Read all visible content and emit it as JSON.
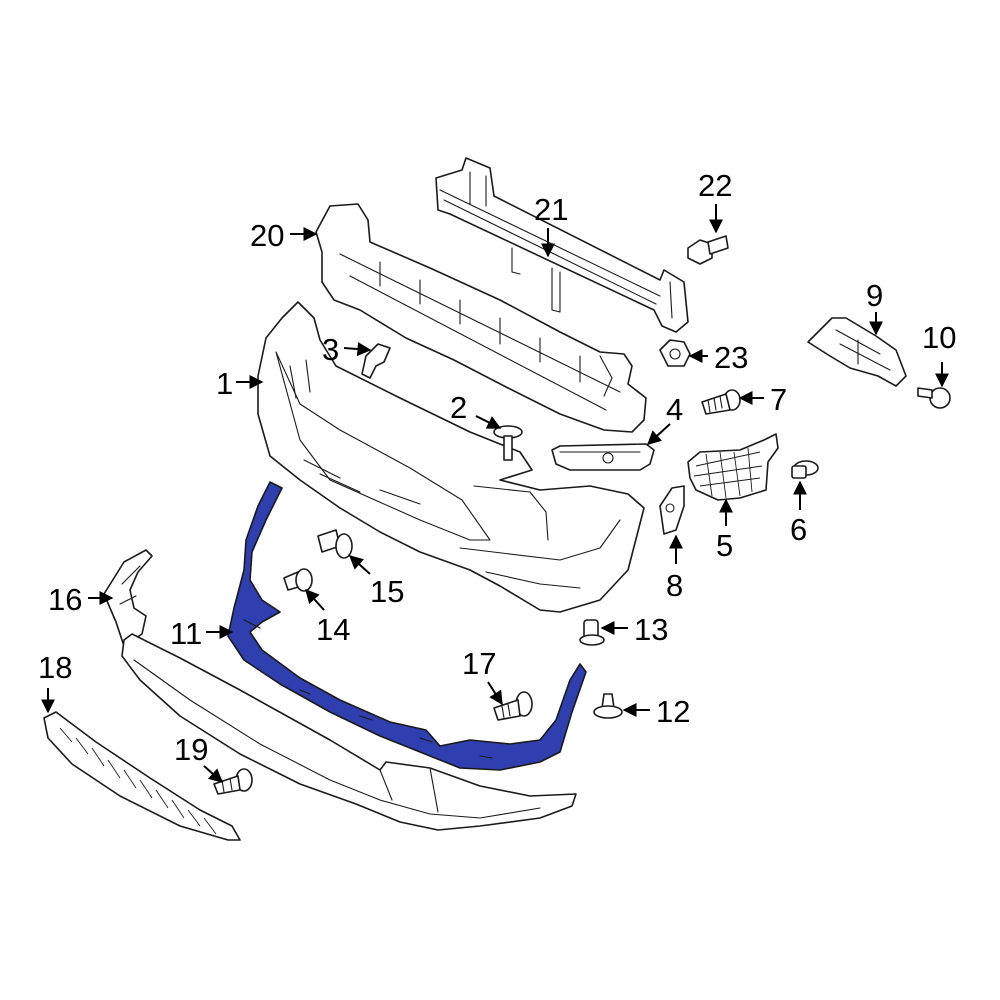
{
  "highlight_color": "#2f3fb0",
  "callouts": [
    {
      "id": "p1",
      "text": "1"
    },
    {
      "id": "p2",
      "text": "2"
    },
    {
      "id": "p3",
      "text": "3"
    },
    {
      "id": "p4",
      "text": "4"
    },
    {
      "id": "p5",
      "text": "5"
    },
    {
      "id": "p6",
      "text": "6"
    },
    {
      "id": "p7",
      "text": "7"
    },
    {
      "id": "p8",
      "text": "8"
    },
    {
      "id": "p9",
      "text": "9"
    },
    {
      "id": "p10",
      "text": "10"
    },
    {
      "id": "p11",
      "text": "11"
    },
    {
      "id": "p12",
      "text": "12"
    },
    {
      "id": "p13",
      "text": "13"
    },
    {
      "id": "p14",
      "text": "14"
    },
    {
      "id": "p15",
      "text": "15"
    },
    {
      "id": "p16",
      "text": "16"
    },
    {
      "id": "p17",
      "text": "17"
    },
    {
      "id": "p18",
      "text": "18"
    },
    {
      "id": "p19",
      "text": "19"
    },
    {
      "id": "p20",
      "text": "20"
    },
    {
      "id": "p21",
      "text": "21"
    },
    {
      "id": "p22",
      "text": "22"
    },
    {
      "id": "p23",
      "text": "23"
    }
  ]
}
